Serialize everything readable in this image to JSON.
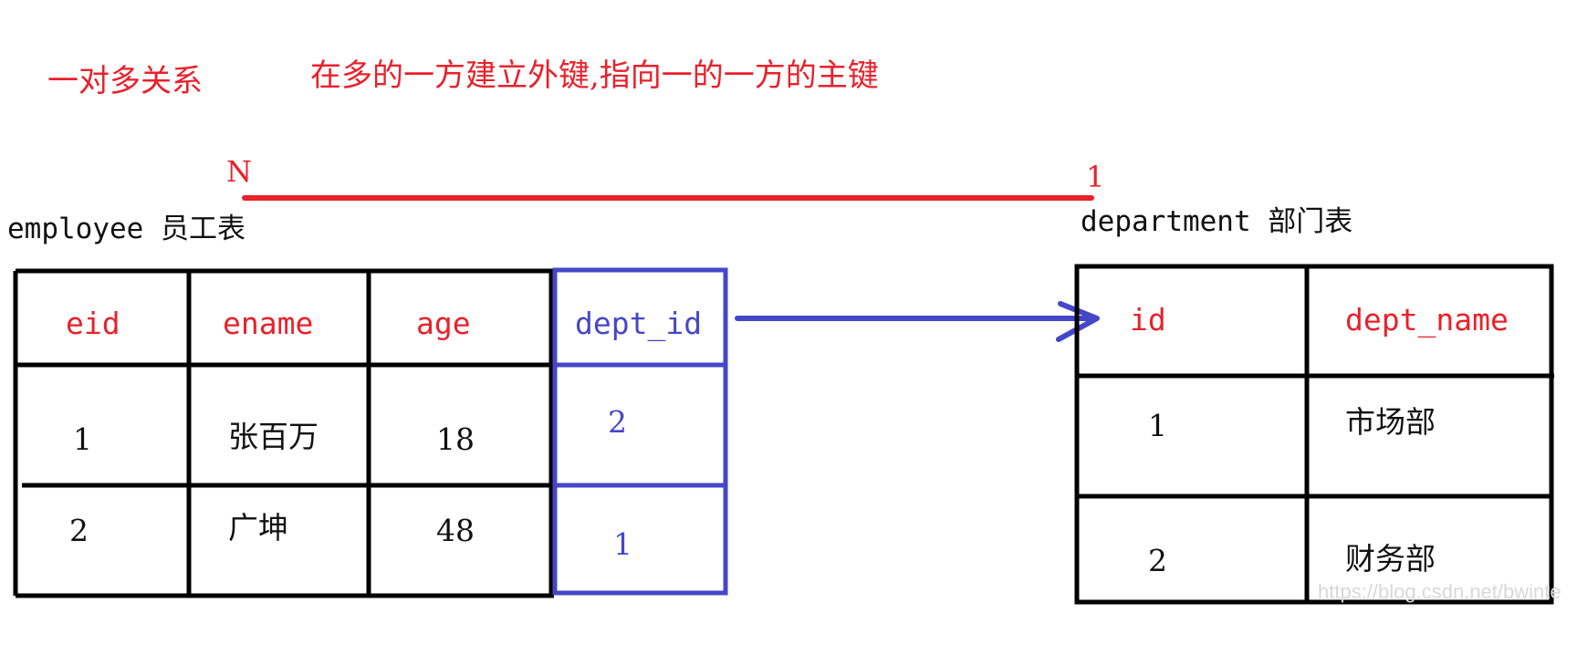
{
  "header": {
    "relation_type": "一对多关系",
    "rule": "在多的一方建立外键,指向一的一方的主键"
  },
  "cardinality": {
    "many": "N",
    "one": "1"
  },
  "employee_table": {
    "label": "employee 员工表",
    "columns": [
      "eid",
      "ename",
      "age",
      "dept_id"
    ],
    "rows": [
      [
        "1",
        "张百万",
        "18",
        "2"
      ],
      [
        "2",
        "广坤",
        "48",
        "1"
      ]
    ]
  },
  "department_table": {
    "label": "department 部门表",
    "columns": [
      "id",
      "dept_name"
    ],
    "rows": [
      [
        "1",
        "市场部"
      ],
      [
        "2",
        "财务部"
      ]
    ]
  },
  "colors": {
    "primary_key_header": "#e8212b",
    "foreign_key": "#4646c8",
    "relation_line": "#e8212b",
    "table_border": "#000000"
  },
  "watermark": "https://blog.csdn.net/bwinte"
}
